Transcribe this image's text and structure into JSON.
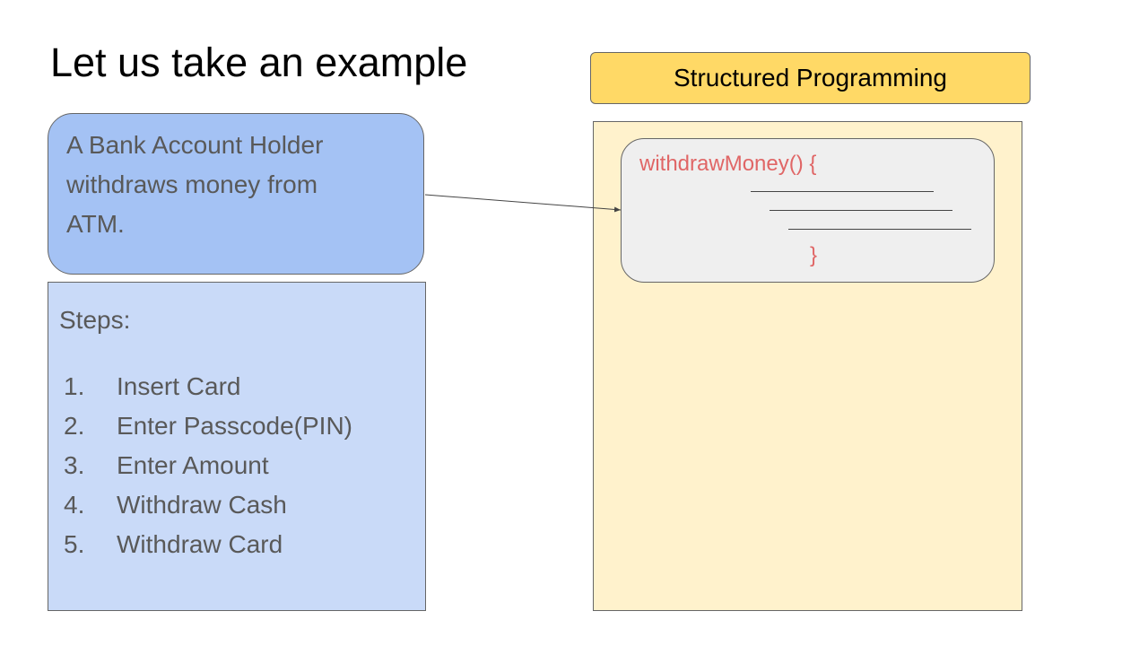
{
  "slide": {
    "title": "Let us take an example",
    "scenario": {
      "lines": [
        "A Bank Account Holder",
        "withdraws money from",
        "ATM."
      ]
    },
    "steps": {
      "label": "Steps:",
      "items": [
        {
          "num": "1.",
          "text": "Insert Card"
        },
        {
          "num": "2.",
          "text": "Enter Passcode(PIN)"
        },
        {
          "num": "3.",
          "text": "Enter Amount"
        },
        {
          "num": "4.",
          "text": "Withdraw Cash"
        },
        {
          "num": "5.",
          "text": "Withdraw Card"
        }
      ]
    },
    "structured": {
      "header": "Structured Programming",
      "code_open": "withdrawMoney() {",
      "code_close": "}"
    }
  },
  "colors": {
    "scenario_fill": "#a4c2f4",
    "steps_fill": "#c9daf8",
    "header_fill": "#ffd966",
    "panel_fill": "#fff2cc",
    "code_fill": "#efefef",
    "code_text": "#e06666"
  }
}
